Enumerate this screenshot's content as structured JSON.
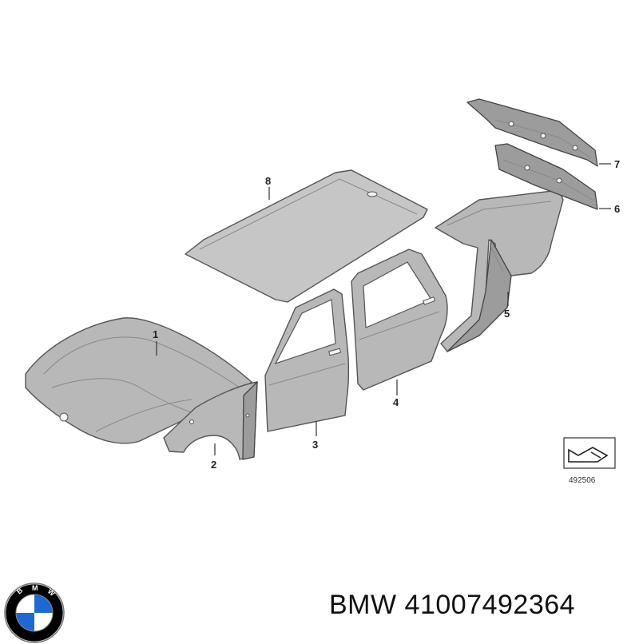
{
  "diagram": {
    "callouts": [
      {
        "id": "1",
        "part": "hood"
      },
      {
        "id": "2",
        "part": "front-fender"
      },
      {
        "id": "3",
        "part": "front-door"
      },
      {
        "id": "4",
        "part": "rear-door"
      },
      {
        "id": "5",
        "part": "rear-side-panel"
      },
      {
        "id": "6",
        "part": "rear-panel-lower"
      },
      {
        "id": "7",
        "part": "rear-panel-upper"
      },
      {
        "id": "8",
        "part": "roof"
      }
    ],
    "reference_code": "492506"
  },
  "footer": {
    "brand": "BMW",
    "part_number": "41007492364",
    "logo_letters": "BMW"
  },
  "colors": {
    "panel": "#b8b8b8",
    "logo_blue": "#1c69d4",
    "logo_ring": "#000000"
  }
}
